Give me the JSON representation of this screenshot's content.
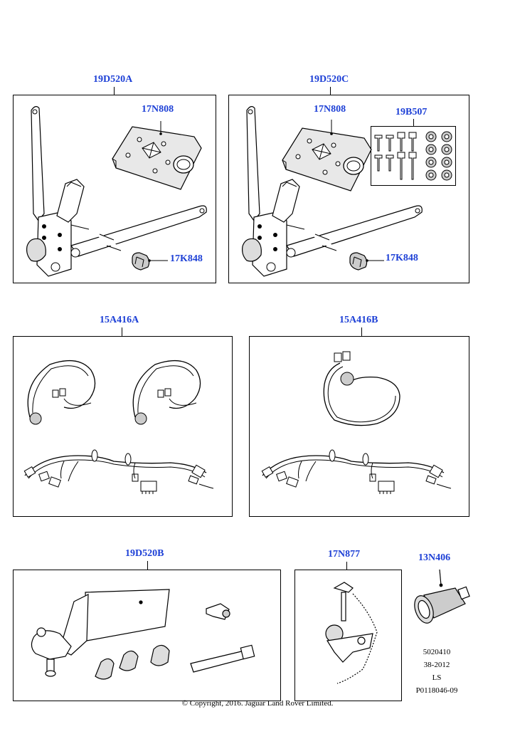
{
  "callouts": {
    "kit_a": "19D520A",
    "kit_c": "19D520C",
    "plate_a": "17N808",
    "plate_c": "17N808",
    "bolts": "19B507",
    "socket_a": "17K848",
    "socket_c": "17K848",
    "harness_a": "15A416A",
    "harness_b": "15A416B",
    "kit_b": "19D520B",
    "pin_hitch": "17N877",
    "connector": "13N406"
  },
  "meta": {
    "line1": "5020410",
    "line2": "38-2012",
    "line3": "LS",
    "line4": "P0118046-09"
  },
  "copyright": "© Copyright, 2016. Jaguar Land Rover Limited.",
  "colors": {
    "callout": "#1c3fd6",
    "line": "#000000",
    "shade": "#d9d9d9"
  }
}
